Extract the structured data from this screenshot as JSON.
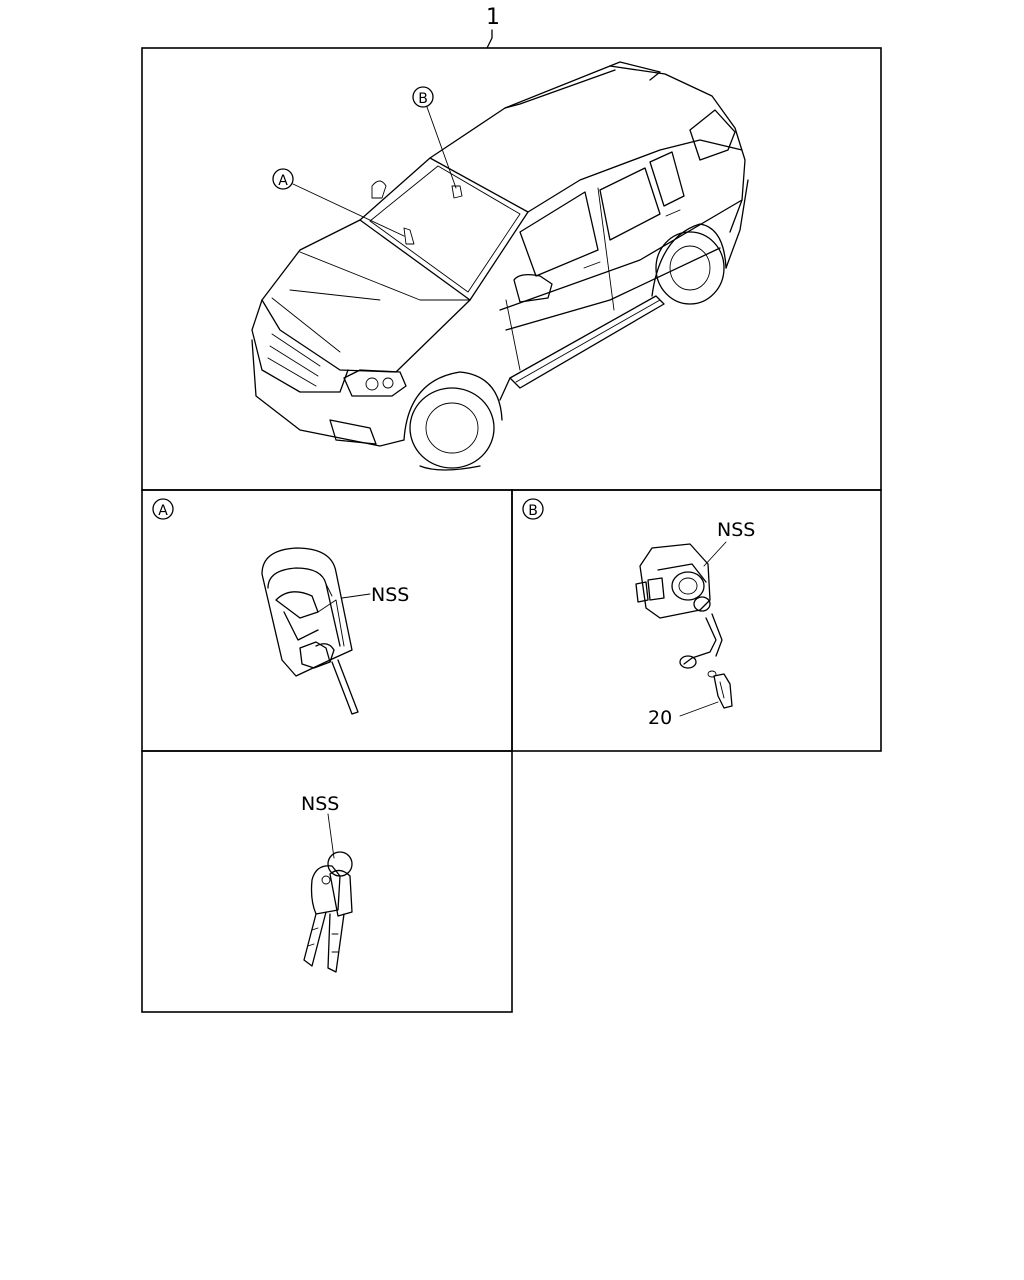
{
  "diagram": {
    "top_ref": "1",
    "callouts": {
      "a": "A",
      "b": "B"
    },
    "panel_a": {
      "letter": "A",
      "part_label": "NSS"
    },
    "panel_b": {
      "letter": "B",
      "part_label": "NSS",
      "part_number": "20"
    },
    "panel_keys": {
      "part_label": "NSS"
    }
  }
}
